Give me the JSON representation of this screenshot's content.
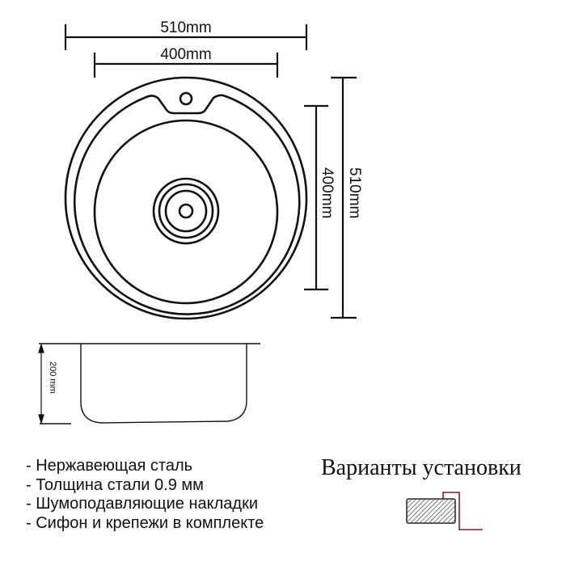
{
  "top_view": {
    "outer_width_label": "510mm",
    "bowl_width_label": "400mm",
    "outer_height_label": "510mm",
    "bowl_height_label": "400mm"
  },
  "side_view": {
    "depth_label": "200 mm"
  },
  "features": {
    "items": [
      "- Нержавеющая сталь",
      "- Толщина стали 0.9 мм",
      "- Шумоподавляющие накладки",
      "- Сифон и крепежи в комплекте"
    ]
  },
  "installation": {
    "title": "Варианты установки",
    "options": [
      {
        "icon": "countertop-mount-icon",
        "accent_color": "#8b1a2a"
      }
    ]
  },
  "colors": {
    "line": "#111111",
    "background": "#ffffff",
    "install_accent": "#8b1a2a",
    "hatch_fill": "#777777"
  }
}
